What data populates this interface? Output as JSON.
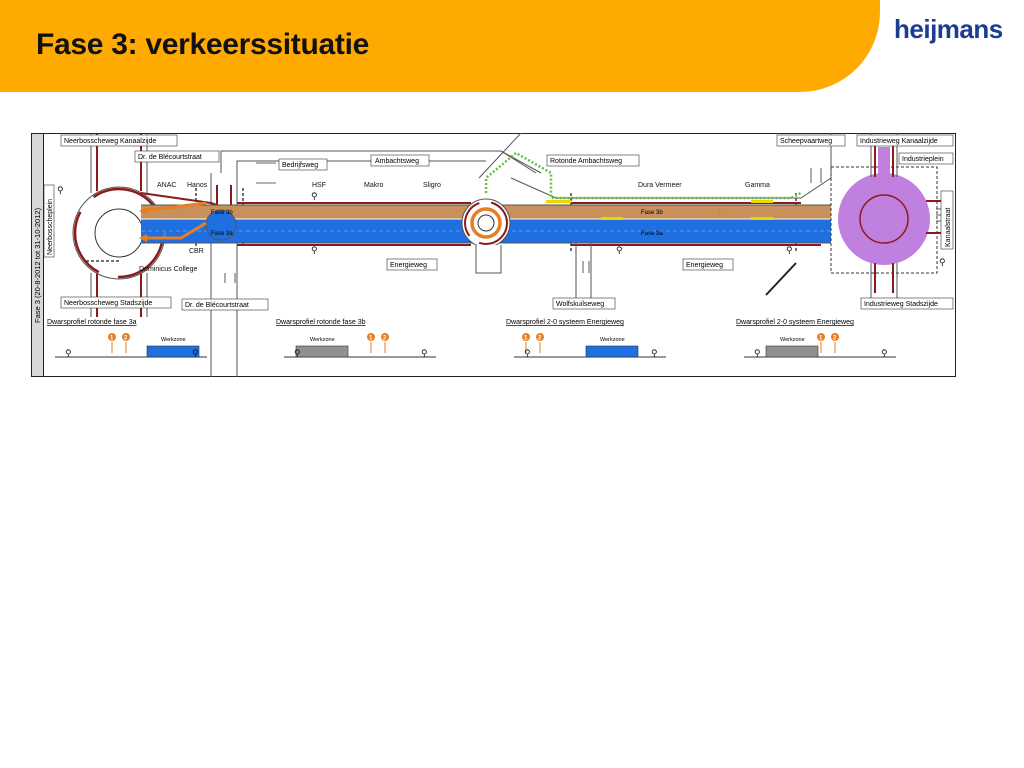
{
  "header": {
    "title": "Fase 3: verkeerssituatie",
    "logo": "heijmans",
    "bg_color": "#FFAA00",
    "logo_color": "#1a3d8f"
  },
  "diagram": {
    "side_label": "Fase 3 (20-8-2012 tot 31-10-2012)",
    "left_side_label": "Neerbosscheplein",
    "right_side_label": "Kanaalstraat",
    "labels": {
      "neerbosscheweg_kanaalzijde": "Neerbosscheweg Kanaalzijde",
      "neerbosscheweg_stadszijde": "Neerbosscheweg Stadszijde",
      "blecourt_top": "Dr. de Blécourtstraat",
      "blecourt_bottom": "Dr. de Blécourtstraat",
      "bedrijfsweg": "Bedrijfsweg",
      "ambachtsweg": "Ambachtsweg",
      "rotonde_ambachtsweg": "Rotonde Ambachtsweg",
      "scheepvaartweg": "Scheepvaartweg",
      "industrieweg_kanaalzijde": "Industrieweg Kanaalzijde",
      "industrieplein": "Industrieplein",
      "industrieweg_stadszijde": "Industrieweg Stadszijde",
      "wolfskuilseweg": "Wolfskuilseweg",
      "energieweg_1": "Energieweg",
      "energieweg_2": "Energieweg",
      "fase3b_left": "Fase 3b",
      "fase3a_left": "Fase 3a",
      "fase3b_right": "Fase 3b",
      "fase3a_right": "Fase 3a"
    },
    "businesses": {
      "anac": "ANAC",
      "hanos": "Hanos",
      "hsf": "HSF",
      "makro": "Makro",
      "sligro": "Sligro",
      "dura": "Dura Vermeer",
      "gamma": "Gamma",
      "cbr": "CBR",
      "dominicus": "Dominicus College"
    },
    "markers": {
      "one": "1",
      "two": "2"
    },
    "profiles": [
      {
        "title": "Dwarsprofiel rotonde fase 3a",
        "zone": "Werkzone"
      },
      {
        "title": "Dwarsprofiel rotonde fase 3b",
        "zone": "Werkzone"
      },
      {
        "title": "Dwarsprofiel 2-0 systeem Energieweg",
        "zone": "Werkzone"
      },
      {
        "title": "Dwarsprofiel 2-0 systeem Energieweg",
        "zone": "Werkzone"
      }
    ],
    "colors": {
      "fase3a": "#1f6fe0",
      "fase3b": "#c8905a",
      "roundabout_right": "#c080e0",
      "detour": "#e67e22",
      "road_edge": "#8b1a1a",
      "green_route": "#5fbf3f",
      "werkzone_grey": "#909090"
    }
  }
}
